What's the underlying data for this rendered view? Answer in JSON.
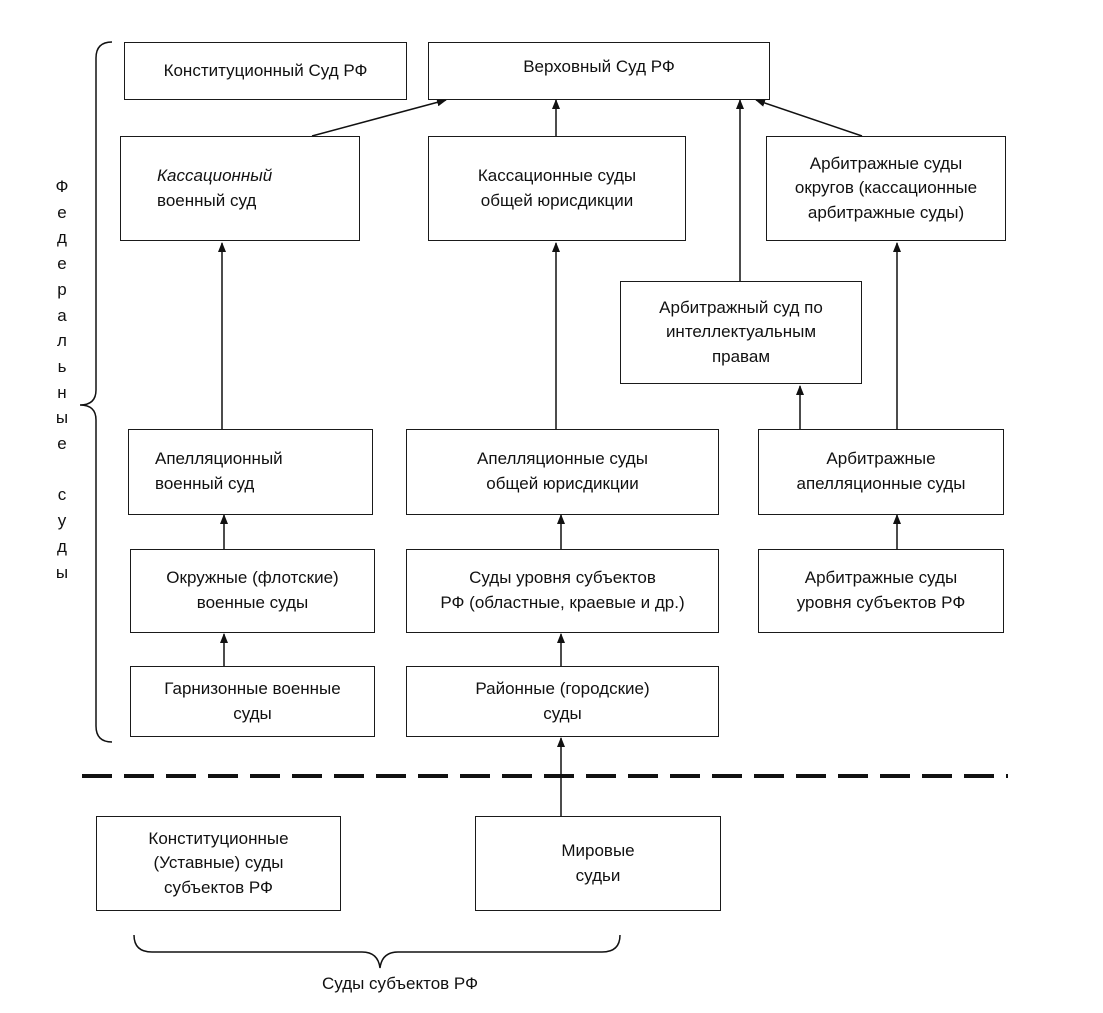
{
  "nodes": {
    "constitutional_court": "Конституционный Суд РФ",
    "supreme_court": "Верховный Суд РФ",
    "military_cassation": "Кассационный\nвоенный суд",
    "general_cassation": "Кассационные суды\nобщей юрисдикции",
    "arbitration_district": "Арбитражные суды\nокругов (кассационные\nарбитражные суды)",
    "ip_court": "Арбитражный суд по\nинтеллектуальным\nправам",
    "military_appeal": "Апелляционный\nвоенный суд",
    "general_appeal": "Апелляционные суды\nобщей юрисдикции",
    "arbitration_appeal": "Арбитражные\nапелляционные суды",
    "district_military": "Окружные (флотские)\nвоенные суды",
    "regional_courts": "Суды уровня субъектов\nРФ (областные, краевые и др.)",
    "regional_arbitration": "Арбитражные суды\nуровня субъектов РФ",
    "garrison_military": "Гарнизонные военные\nсуды",
    "district_city": "Районные (городские)\nсуды",
    "subject_constitutional": "Конституционные\n(Уставные) суды\nсубъектов РФ",
    "justices_peace": "Мировые\nсудьи"
  },
  "labels": {
    "federal_courts_letters": [
      "Ф",
      "е",
      "д",
      "е",
      "р",
      "а",
      "л",
      "ь",
      "н",
      "ы",
      "е",
      "",
      "с",
      "у",
      "д",
      "ы"
    ],
    "subject_courts": "Суды субъектов РФ"
  }
}
